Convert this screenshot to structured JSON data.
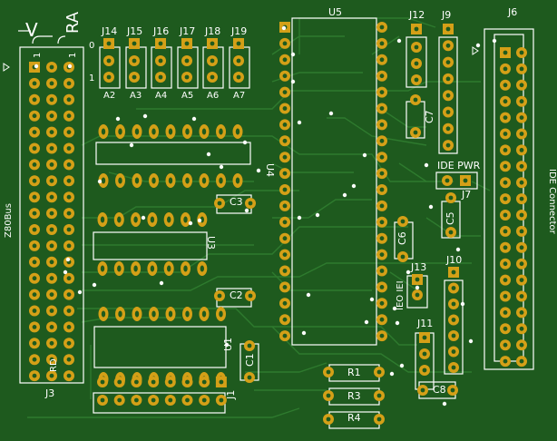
{
  "board": {
    "colors": {
      "board": "#1e5a1e",
      "trace": "#2e7a2e",
      "silk": "#ffffff",
      "pad": "#d4a017",
      "hole": "#1e5a1e"
    },
    "references": {
      "j14": "J14",
      "j15": "J15",
      "j16": "J16",
      "j17": "J17",
      "j18": "J18",
      "j19": "J19",
      "u5": "U5",
      "j12": "J12",
      "j9": "J9",
      "j6": "J6",
      "j3": "J3",
      "j1": "J1",
      "j7": "J7",
      "j10": "J10",
      "j11": "J11",
      "j13": "J13",
      "u1": "U1",
      "u3": "U3",
      "u4": "U4",
      "c1": "C1",
      "c2": "C2",
      "c3": "C3",
      "c5": "C5",
      "c6": "C6",
      "c7": "C7",
      "c8": "C8",
      "r1": "R1",
      "r3": "R3",
      "r4": "R4"
    },
    "jumper_row_labels": {
      "top": "0",
      "bottom": "1"
    },
    "address_labels": [
      "A2",
      "A3",
      "A4",
      "A5",
      "A6",
      "A7"
    ],
    "corner_labels": {
      "v": "V",
      "ra": "RA",
      "one_a": "1",
      "one_b": "1"
    },
    "bus_label": "Z80Bus",
    "rd_label": "RD",
    "ide_pwr_label": "IDE PWR",
    "ide_connector_label": "IDE Connector",
    "ieo_iei_label": "IEO IEI"
  }
}
